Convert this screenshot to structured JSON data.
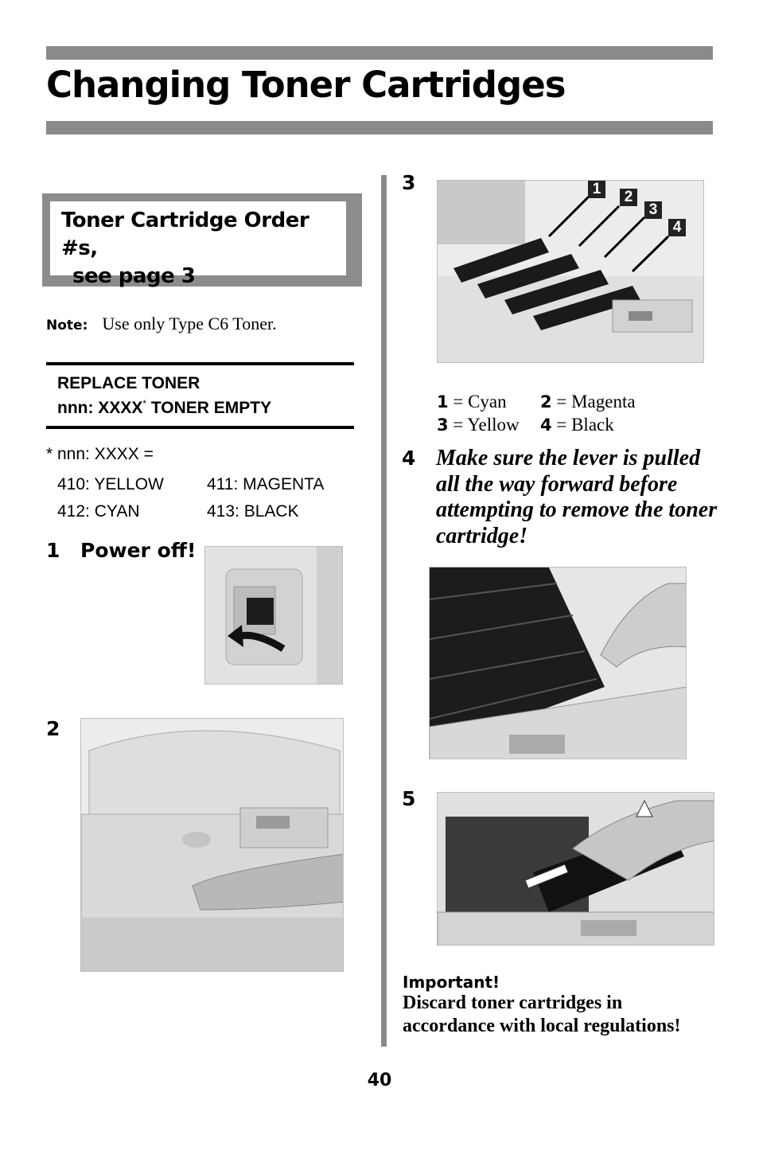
{
  "header": {
    "title": "Changing Toner Cartridges"
  },
  "order_box": {
    "line1": "Toner Cartridge Order #s,",
    "line2": "see page 3"
  },
  "note": {
    "label": "Note:",
    "text": "Use only Type C6 Toner."
  },
  "display_message": {
    "line1": "REPLACE TONER",
    "line2_a": "nnn: XXXX",
    "line2_star": "*",
    "line2_b": " TONER EMPTY"
  },
  "codes": {
    "heading": "* nnn: XXXX =",
    "items": [
      "410: YELLOW",
      "411: MAGENTA",
      "412: CYAN",
      "413: BLACK"
    ]
  },
  "steps": {
    "s1_num": "1",
    "s1_text": "Power off!",
    "s2_num": "2",
    "s3_num": "3",
    "s4_num": "4",
    "s4_text": "Make sure the lever is pulled all the way forward before attempting to remove the toner cartridge!",
    "s5_num": "5"
  },
  "callouts": [
    "1",
    "2",
    "3",
    "4"
  ],
  "legend": [
    {
      "num": "1",
      "color": "= Cyan"
    },
    {
      "num": "2",
      "color": "= Magenta"
    },
    {
      "num": "3",
      "color": "= Yellow"
    },
    {
      "num": "4",
      "color": "= Black"
    }
  ],
  "important": {
    "heading": "Important!",
    "line1": "Discard toner cartridges in",
    "line2": "accordance with local regulations!"
  },
  "footer": {
    "page_number": "40"
  }
}
